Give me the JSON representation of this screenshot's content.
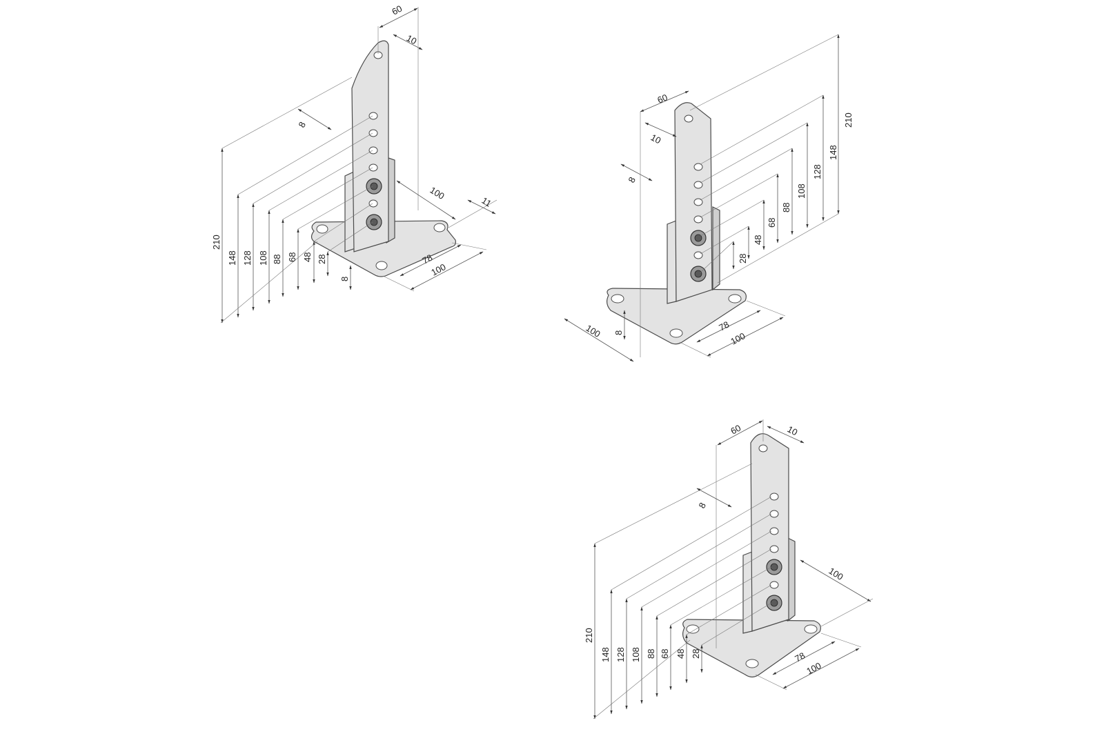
{
  "drawings": [
    {
      "id": "bracket-top-left",
      "dimensions": [
        "60",
        "10",
        "8",
        "210",
        "148",
        "128",
        "108",
        "88",
        "68",
        "48",
        "28",
        "8",
        "100",
        "11",
        "78",
        "100"
      ]
    },
    {
      "id": "bracket-top-right",
      "dimensions": [
        "60",
        "10",
        "8",
        "210",
        "148",
        "128",
        "108",
        "88",
        "68",
        "48",
        "28",
        "100",
        "8",
        "78",
        "100"
      ]
    },
    {
      "id": "bracket-bottom-right",
      "dimensions": [
        "60",
        "10",
        "8",
        "210",
        "148",
        "128",
        "108",
        "88",
        "68",
        "48",
        "28",
        "100",
        "78",
        "100"
      ]
    }
  ],
  "colors": {
    "plate": "#e3e3e3",
    "line": "#4a4a4a",
    "bolt": "#9a9a9a"
  }
}
